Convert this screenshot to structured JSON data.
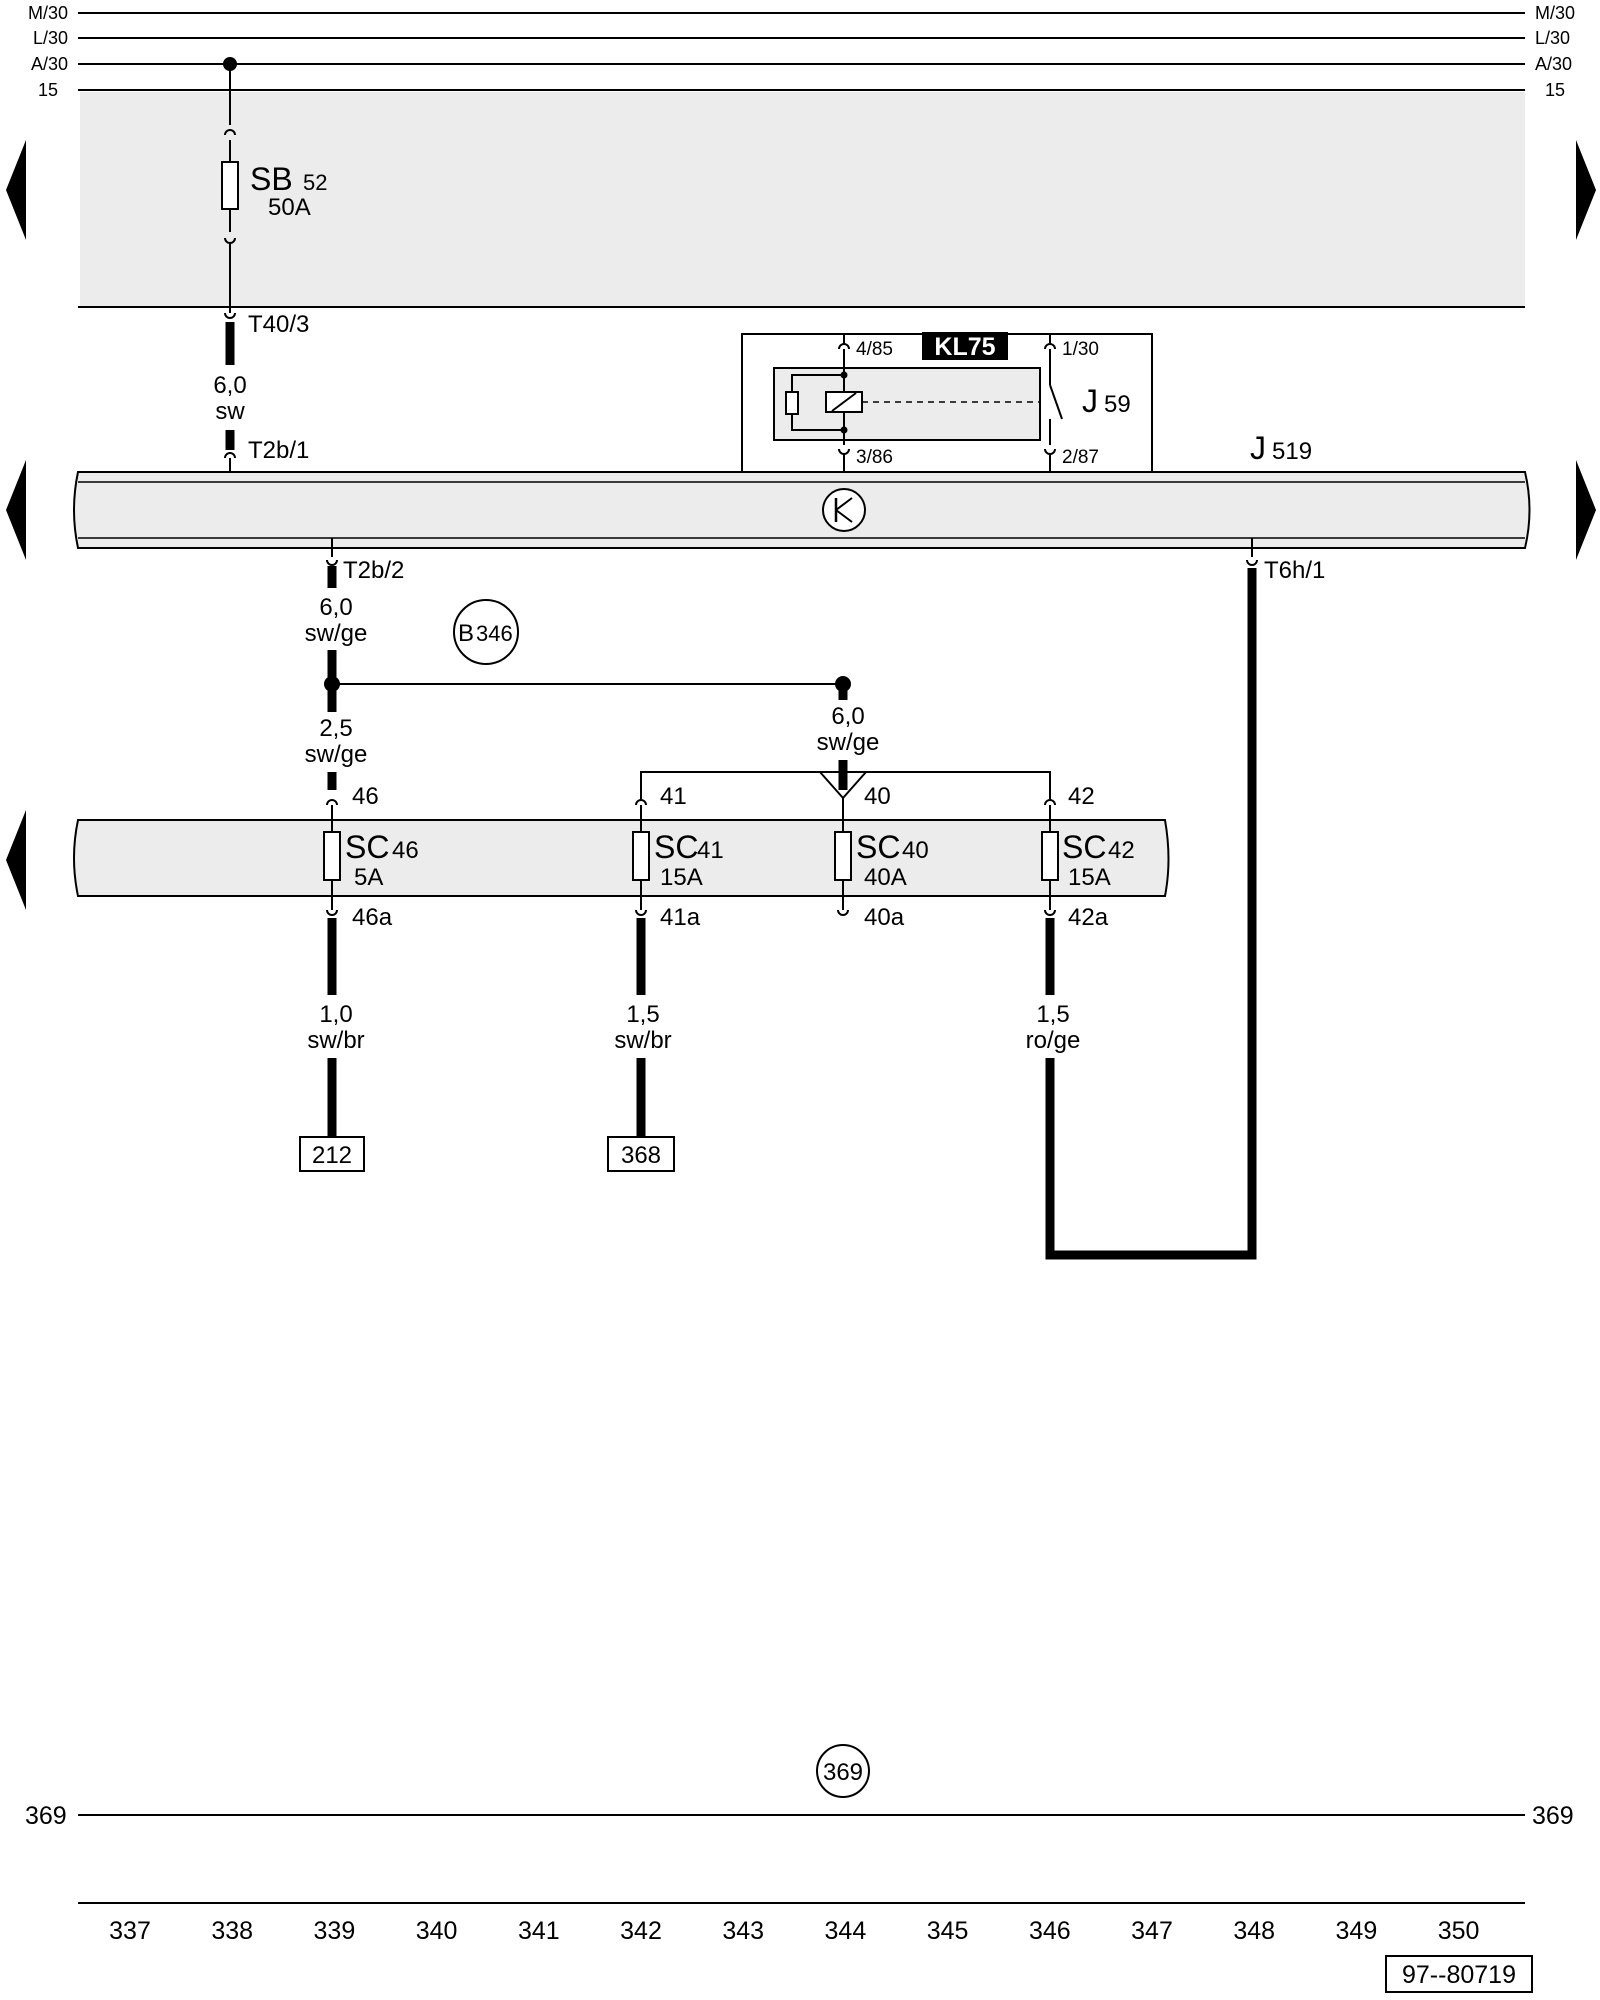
{
  "rails": {
    "left": [
      "M/30",
      "L/30",
      "A/30",
      "15"
    ],
    "right": [
      "M/30",
      "L/30",
      "A/30",
      "15"
    ]
  },
  "fuse_box_top": {
    "fuse": {
      "name": "SB",
      "number": "52",
      "rating": "50A"
    },
    "connector": "T40/3"
  },
  "wire_main": {
    "size": "6,0",
    "color": "sw",
    "connector": "T2b/1"
  },
  "relay": {
    "badge": "KL75",
    "name": "J",
    "number": "59",
    "pins": {
      "top_left": "4/85",
      "top_right": "1/30",
      "bottom_left": "3/86",
      "bottom_right": "2/87"
    }
  },
  "control_unit": {
    "name": "J",
    "number": "519"
  },
  "outputs": {
    "left_connector": "T2b/2",
    "right_connector": "T6h/1",
    "left_wire": {
      "size": "6,0",
      "color": "sw/ge"
    },
    "ref_circle": {
      "letter": "B",
      "number": "346"
    },
    "branch_a": {
      "size": "2,5",
      "color": "sw/ge"
    },
    "branch_b": {
      "size": "6,0",
      "color": "sw/ge"
    }
  },
  "fuse_box_bottom": {
    "fuses": [
      {
        "id": "sc46",
        "in": "46",
        "name": "SC",
        "number": "46",
        "rating": "5A",
        "out": "46a"
      },
      {
        "id": "sc41",
        "in": "41",
        "name": "SC",
        "number": "41",
        "rating": "15A",
        "out": "41a"
      },
      {
        "id": "sc40",
        "in": "40",
        "name": "SC",
        "number": "40",
        "rating": "40A",
        "out": "40a"
      },
      {
        "id": "sc42",
        "in": "42",
        "name": "SC",
        "number": "42",
        "rating": "15A",
        "out": "42a"
      }
    ]
  },
  "lower_wires": [
    {
      "size": "1,0",
      "color": "sw/br"
    },
    {
      "size": "1,5",
      "color": "sw/br"
    },
    {
      "size": "1,5",
      "color": "ro/ge"
    }
  ],
  "targets": [
    "212",
    "368"
  ],
  "ground": {
    "circle": "369",
    "left": "369",
    "right": "369"
  },
  "footer": {
    "tracks": [
      "337",
      "338",
      "339",
      "340",
      "341",
      "342",
      "343",
      "344",
      "345",
      "346",
      "347",
      "348",
      "349",
      "350"
    ],
    "doc_id": "97--80719"
  }
}
